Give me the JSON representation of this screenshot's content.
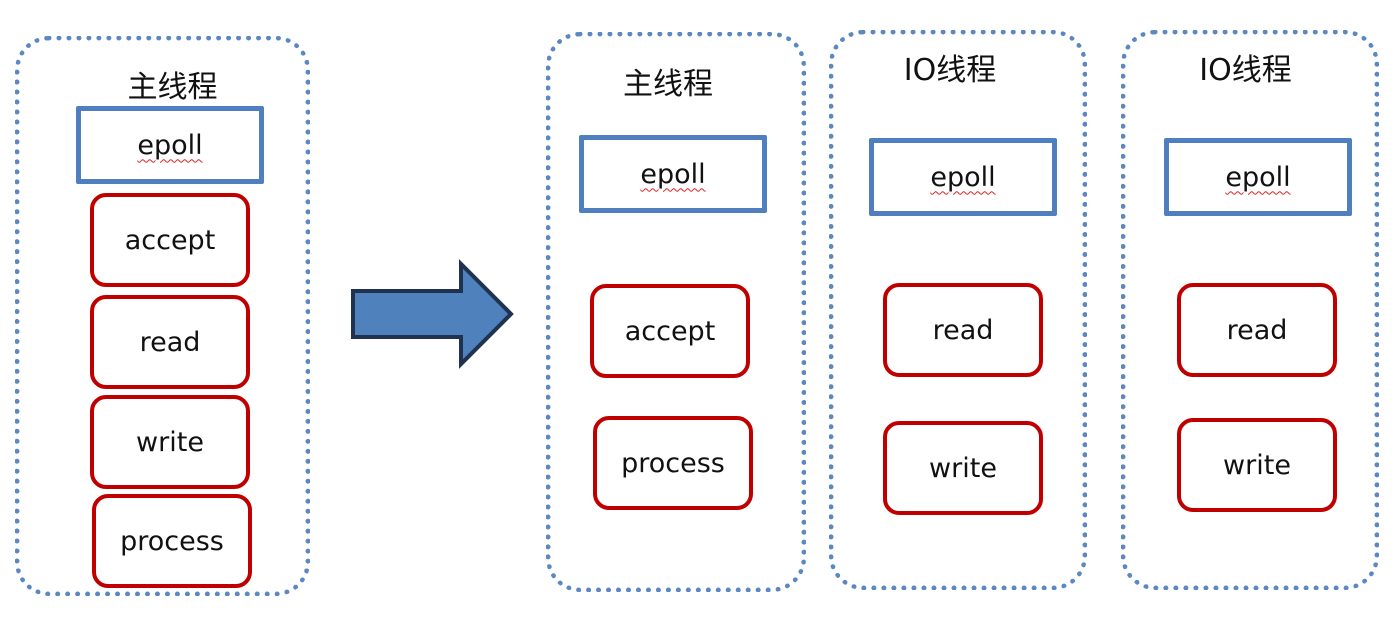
{
  "left_group": {
    "title": "主线程",
    "epoll": "epoll",
    "steps": [
      "accept",
      "read",
      "write",
      "process"
    ]
  },
  "right_groups": [
    {
      "title": "主线程",
      "epoll": "epoll",
      "steps": [
        "accept",
        "process"
      ]
    },
    {
      "title": "IO线程",
      "epoll": "epoll",
      "steps": [
        "read",
        "write"
      ]
    },
    {
      "title": "IO线程",
      "epoll": "epoll",
      "steps": [
        "read",
        "write"
      ]
    }
  ],
  "colors": {
    "group_border": "#5b88c0",
    "epoll_border": "#4f7fbe",
    "step_border": "#c00000",
    "arrow_fill": "#4f81bd",
    "arrow_stroke": "#1f3350"
  }
}
